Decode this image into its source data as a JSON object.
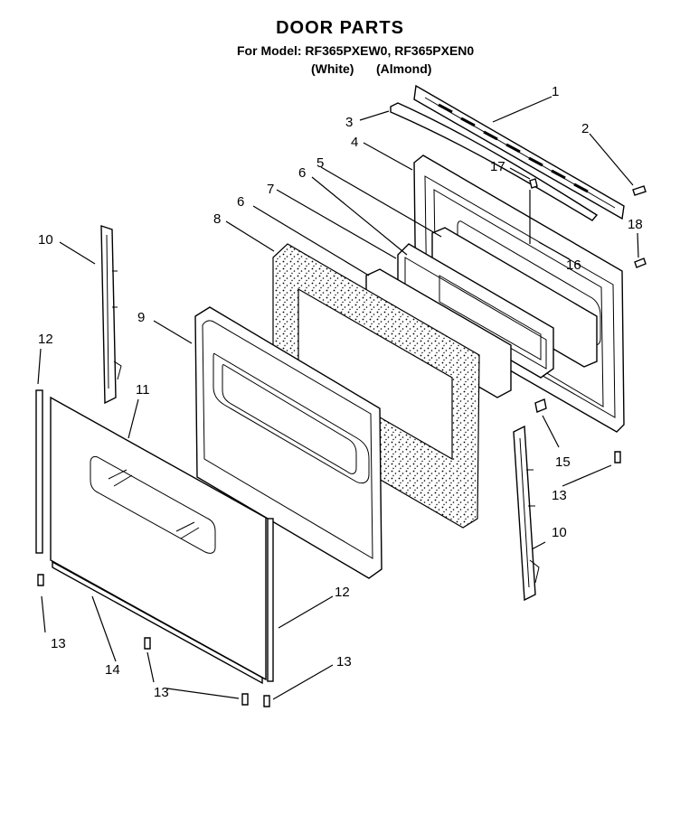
{
  "header": {
    "title": "DOOR PARTS",
    "model_line": "For Model: RF365PXEW0, RF365PXEN0",
    "color_white": "(White)",
    "color_almond": "(Almond)"
  },
  "callouts": [
    "1",
    "2",
    "3",
    "4",
    "5",
    "6",
    "6",
    "7",
    "8",
    "9",
    "10",
    "10",
    "11",
    "12",
    "12",
    "13",
    "13",
    "13",
    "13",
    "14",
    "15",
    "16",
    "17",
    "18"
  ]
}
